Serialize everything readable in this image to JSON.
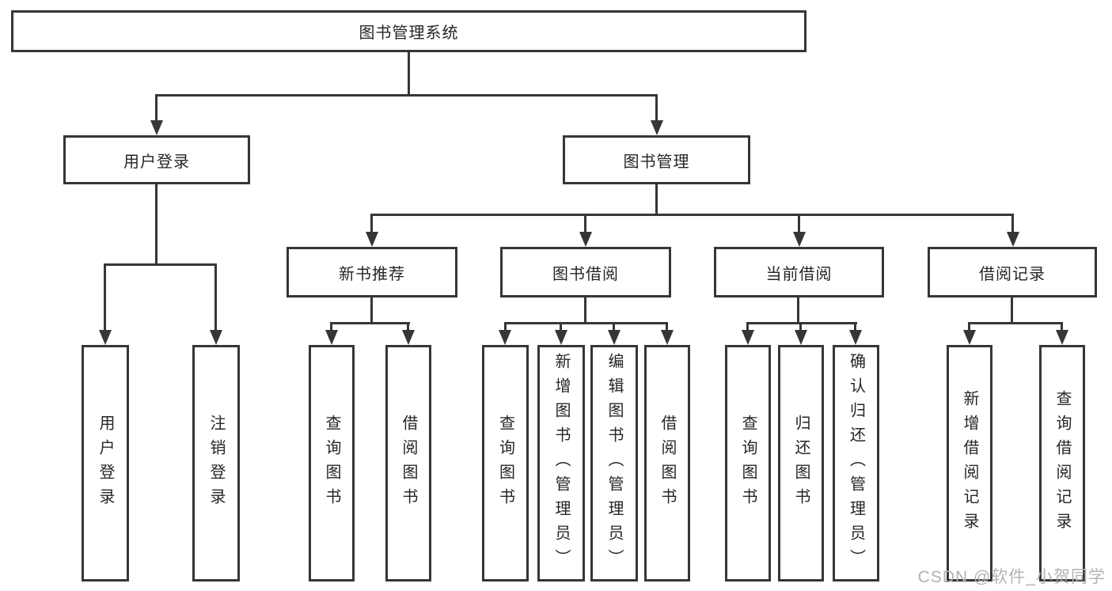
{
  "tree": {
    "root": "图书管理系统",
    "branches": {
      "user_login": "用户登录",
      "book_mgmt": "图书管理"
    },
    "user_login_children": [
      "用户登录",
      "注销登录"
    ],
    "book_mgmt_children": [
      "新书推荐",
      "图书借阅",
      "当前借阅",
      "借阅记录"
    ],
    "new_book_rec_children": [
      "查询图书",
      "借阅图书"
    ],
    "book_borrow_children": [
      "查询图书",
      "新增图书（管理员）",
      "编辑图书（管理员）",
      "借阅图书"
    ],
    "current_borrow_children": [
      "查询图书",
      "归还图书",
      "确认归还（管理员）"
    ],
    "borrow_record_children": [
      "新增借阅记录",
      "查询借阅记录"
    ]
  },
  "watermark": "CSDN @软件_小贺同学",
  "colors": {
    "line": "#363636",
    "box_background": "#ffffff",
    "text": "#262626",
    "watermark": "#b3b3b3"
  }
}
